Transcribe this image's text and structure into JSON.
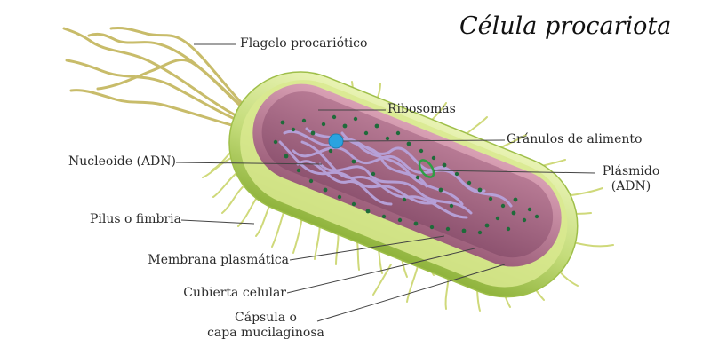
{
  "title": "Célula procariota",
  "labels": {
    "flagelo": "Flagelo procariótico",
    "ribosomas": "Ribosomas",
    "granulos": "Gránulos de alimento",
    "nucleoide": "Nucleoide (ADN)",
    "plasmido_1": "Plásmido",
    "plasmido_2": "(ADN)",
    "pilus": "Pilus o fimbria",
    "membrana": "Membrana plasmática",
    "cubierta": "Cubierta celular",
    "capsula_1": "Cápsula o",
    "capsula_2": "capa mucilaginosa"
  },
  "colors": {
    "capsule": "#c4dc7a",
    "capsule_edge": "#9fbf4a",
    "wall": "#d9e98f",
    "membrane": "#c78aa0",
    "cytoplasm": "#a86b86",
    "dna": "#b7a3dc",
    "ribosome": "#1f6b3a",
    "granule": "#2aa3e0",
    "plasmid": "#2e9e44",
    "flagellum": "#c8bc6a",
    "pili": "#cfd97a",
    "leader": "#444444"
  }
}
